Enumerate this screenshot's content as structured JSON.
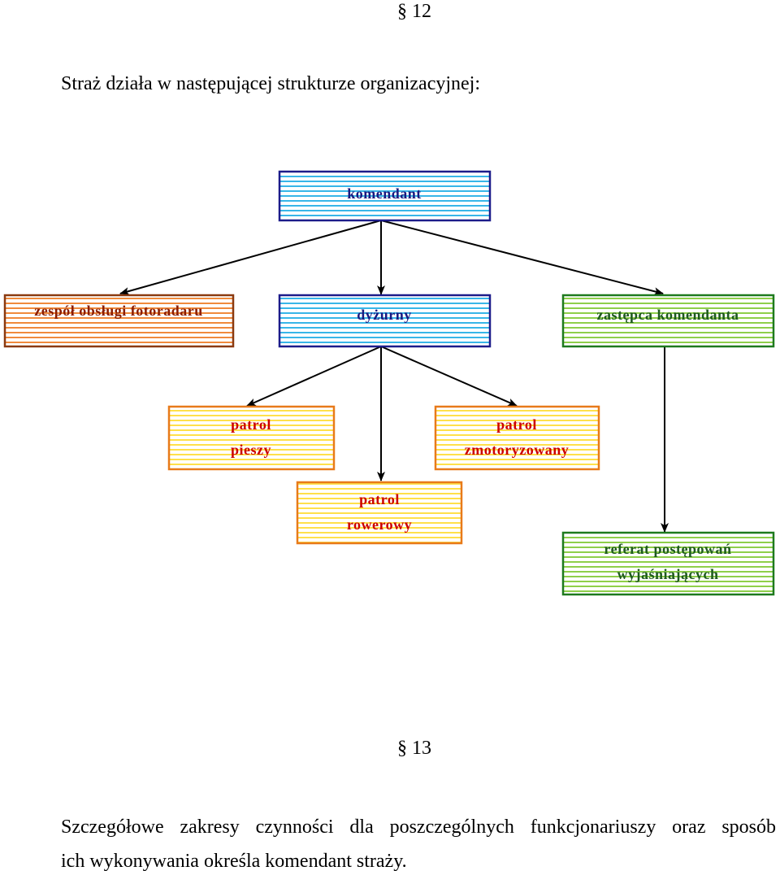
{
  "header": {
    "section_12": "§ 12"
  },
  "intro_text": "Straż działa w następującej strukturze organizacyjnej:",
  "org_chart": {
    "nodes": {
      "komendant": [
        "komendant"
      ],
      "fotoradar": [
        "zespół obsługi fotoradaru"
      ],
      "dyzurny": [
        "dyżurny"
      ],
      "zastepca": [
        "zastępca komendanta"
      ],
      "patrol_pieszy": [
        "patrol",
        "pieszy"
      ],
      "patrol_zmot": [
        "patrol",
        "zmotoryzowany"
      ],
      "patrol_rowerowy": [
        "patrol",
        "rowerowy"
      ],
      "referat": [
        "referat postępowań",
        "wyjaśniających"
      ]
    },
    "colors": {
      "blue_border": "#1c1c8a",
      "blue_stripe": "#38b6e8",
      "blue_text": "#1a1a80",
      "brown_border": "#8b3a10",
      "orange_stripe": "#f08a3c",
      "brown_text": "#8b1c00",
      "green_border": "#1e7a1e",
      "green_stripe": "#8fcf4a",
      "green_text": "#1e5a1e",
      "yellow_border": "#e87a1a",
      "yellow_stripe": "#ffe04a",
      "red_text": "#cc0000"
    }
  },
  "footer": {
    "section_13": "§ 13",
    "closing_line_1": "Szczegółowe zakresy czynności dla poszczególnych funkcjonariuszy oraz sposób",
    "closing_line_2": "ich wykonywania określa komendant straży."
  }
}
